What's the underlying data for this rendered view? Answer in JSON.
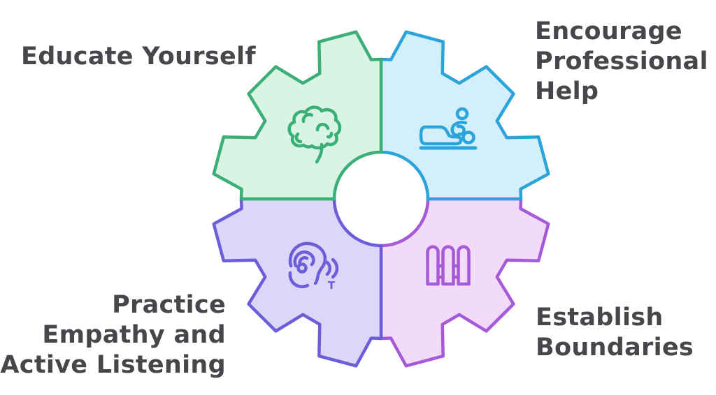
{
  "canvas": {
    "background": "#ffffff",
    "text_color": "#45474a"
  },
  "hub": {
    "fill": "#ffffff"
  },
  "segments": [
    {
      "name": "educate-yourself",
      "label": "Educate Yourself",
      "lines": [
        "Educate Yourself"
      ],
      "fill": "#d9f3e4",
      "stroke": "#3aaf76",
      "icon": "brain-icon"
    },
    {
      "name": "encourage-professional-help",
      "label": "Encourage Professional Help",
      "lines": [
        "Encourage",
        "Professional",
        "Help"
      ],
      "fill": "#d3effa",
      "stroke": "#2ba3db",
      "icon": "massage-therapy-icon"
    },
    {
      "name": "practice-empathy-and-active-listening",
      "label": "Practice Empathy and Active Listening",
      "lines": [
        "Practice",
        "Empathy and",
        "Active Listening"
      ],
      "fill": "#ddd6f8",
      "stroke": "#6c5ed9",
      "icon": "ear-listening-icon",
      "icon_text": "T"
    },
    {
      "name": "establish-boundaries",
      "label": "Establish Boundaries",
      "lines": [
        "Establish",
        "Boundaries"
      ],
      "fill": "#f1dbf9",
      "stroke": "#a75ad7",
      "icon": "fence-icon"
    }
  ]
}
